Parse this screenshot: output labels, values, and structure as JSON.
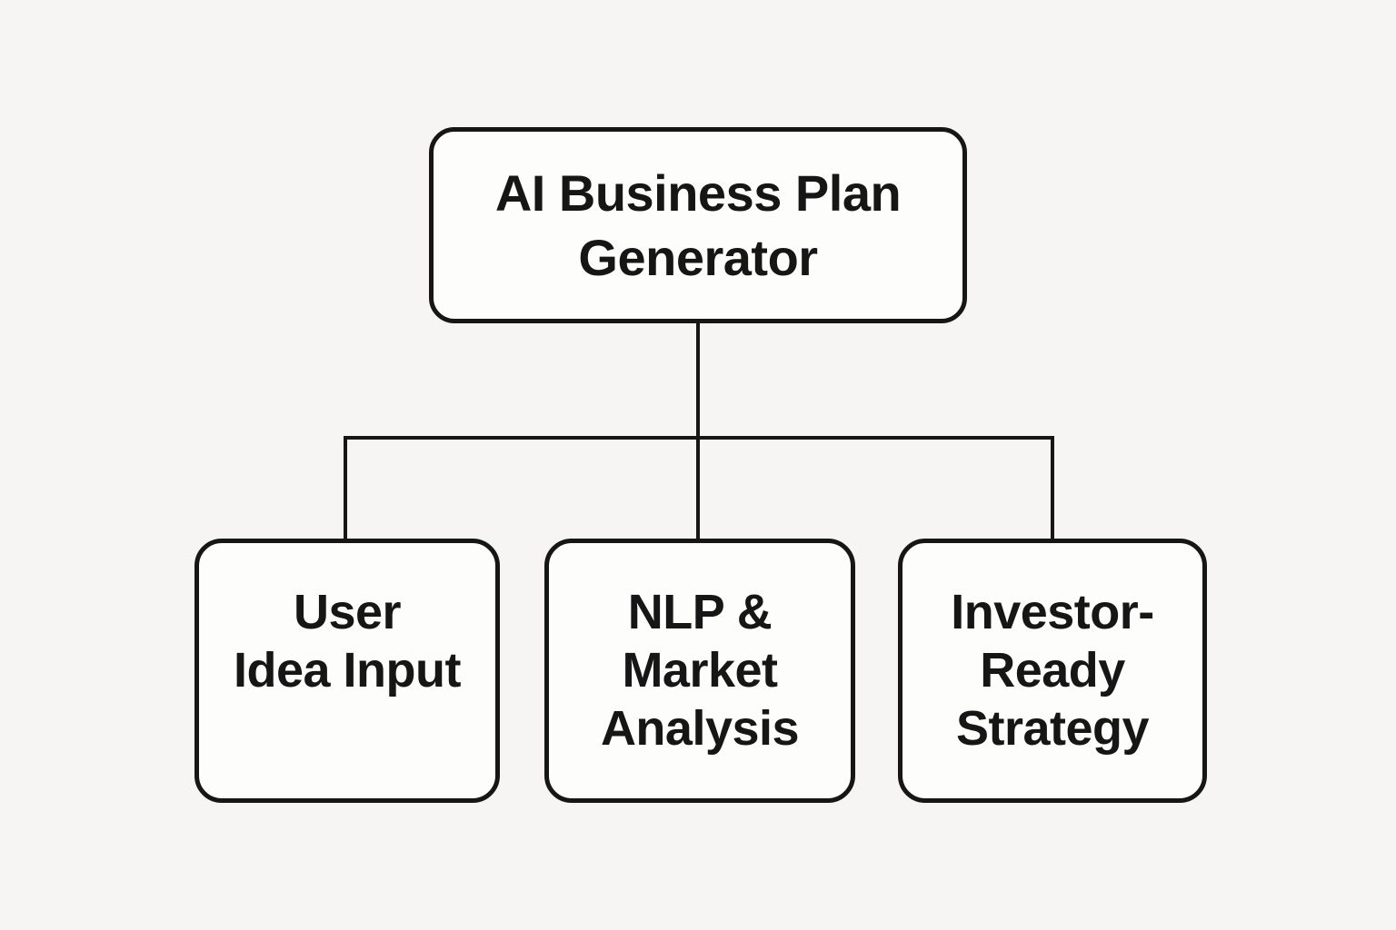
{
  "diagram": {
    "title": "AI Business Plan Generator flowchart",
    "colors": {
      "background": "#f6f5f3",
      "box_fill": "#fdfdfc",
      "stroke": "#161616",
      "text": "#161616"
    },
    "root": {
      "label": "AI Business Plan Generator",
      "lines": [
        "AI Business Plan",
        "Generator"
      ]
    },
    "children": [
      {
        "label": "User Idea Input",
        "lines": [
          "User",
          "Idea Input"
        ]
      },
      {
        "label": "NLP & Market Analysis",
        "lines": [
          "NLP &",
          "Market",
          "Analysis"
        ]
      },
      {
        "label": "Investor-Ready Strategy",
        "lines": [
          "Investor-",
          "Ready",
          "Strategy"
        ]
      }
    ]
  }
}
